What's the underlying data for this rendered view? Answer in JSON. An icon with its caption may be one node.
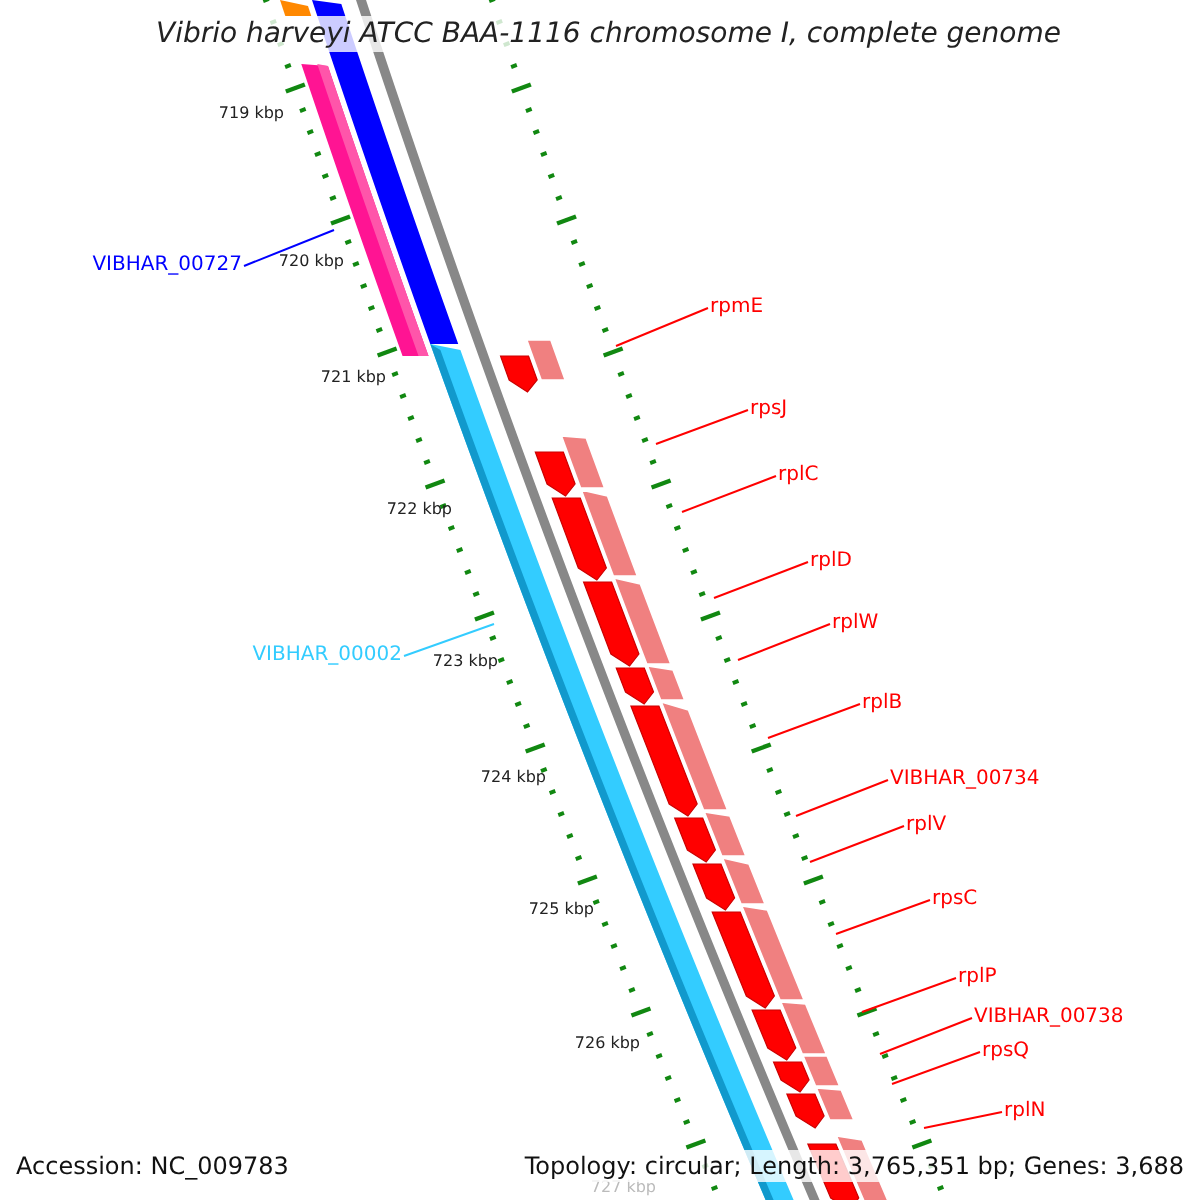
{
  "diagram": {
    "title": "Vibrio harveyi ATCC BAA-1116 chromosome I, complete genome",
    "nodes": [
      {
        "text": [
          "VIBHAR_00727"
        ]
      },
      {
        "text": [
          "rpmE"
        ]
      },
      {
        "text": [
          "rpsJ"
        ]
      },
      {
        "text": [
          "rplC"
        ]
      },
      {
        "text": [
          "rplD"
        ]
      },
      {
        "text": [
          "rplW"
        ]
      },
      {
        "text": [
          "VIBHAR_00002"
        ]
      },
      {
        "text": [
          "rplB"
        ]
      },
      {
        "text": [
          "VIBHAR_00734"
        ]
      },
      {
        "text": [
          "rplV"
        ]
      },
      {
        "text": [
          "rpsC"
        ]
      },
      {
        "text": [
          "rplP"
        ]
      },
      {
        "text": [
          "VIBHAR_00738"
        ]
      },
      {
        "text": [
          "rpsQ"
        ]
      },
      {
        "text": [
          "rplN"
        ]
      }
    ],
    "edges": [
      {
        "from": 0,
        "to": null,
        "arrow": "none",
        "color": "#0000ff"
      },
      {
        "from": 1,
        "to": null,
        "arrow": "none"
      },
      {
        "from": 2,
        "to": null,
        "arrow": "none"
      },
      {
        "from": 3,
        "to": null,
        "arrow": "none"
      },
      {
        "from": 4,
        "to": null,
        "arrow": "none"
      },
      {
        "from": 5,
        "to": null,
        "arrow": "none"
      },
      {
        "from": 6,
        "to": null,
        "arrow": "none",
        "color": "#33ccff"
      },
      {
        "from": 7,
        "to": null,
        "arrow": "none"
      },
      {
        "from": 8,
        "to": null,
        "arrow": "none"
      },
      {
        "from": 9,
        "to": null,
        "arrow": "none"
      },
      {
        "from": 10,
        "to": null,
        "arrow": "none"
      },
      {
        "from": 11,
        "to": null,
        "arrow": "none"
      },
      {
        "from": 12,
        "to": null,
        "arrow": "none"
      },
      {
        "from": 13,
        "to": null,
        "arrow": "none"
      },
      {
        "from": 14,
        "to": null,
        "arrow": "none"
      }
    ],
    "labels": [
      "719 kbp",
      "720 kbp",
      "721 kbp",
      "722 kbp",
      "723 kbp",
      "724 kbp",
      "725 kbp",
      "726 kbp",
      "727 kbp",
      "Accession: NC_009783",
      "Topology: circular; Length: 3,765,351 bp; Genes: 3,688"
    ]
  }
}
